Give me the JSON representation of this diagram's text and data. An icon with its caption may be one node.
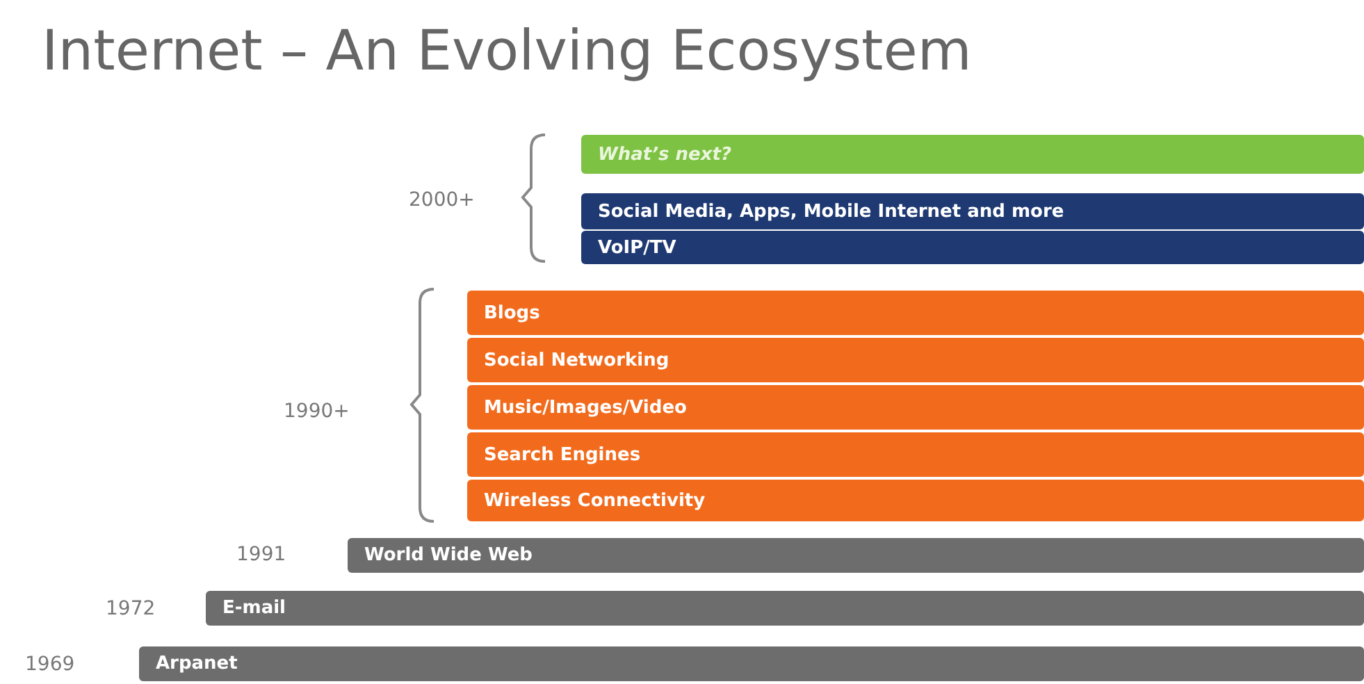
{
  "diagram": {
    "title": "Internet – An Evolving Ecosystem",
    "nodes": [
      {
        "text": [
          "What’s next?"
        ]
      },
      {
        "text": [
          "Social Media, Apps, Mobile Internet and more"
        ]
      },
      {
        "text": [
          "VoIP/TV"
        ]
      },
      {
        "text": [
          "Blogs"
        ]
      },
      {
        "text": [
          "Social Networking"
        ]
      },
      {
        "text": [
          "Music/Images/Video"
        ]
      },
      {
        "text": [
          "Search Engines"
        ]
      },
      {
        "text": [
          "Wireless Connectivity"
        ]
      },
      {
        "text": [
          "World Wide Web"
        ]
      },
      {
        "text": [
          "E-mail"
        ]
      },
      {
        "text": [
          "Arpanet"
        ]
      }
    ],
    "labels": [
      "2000+",
      "1990+",
      "1991",
      "1972",
      "1969"
    ]
  }
}
